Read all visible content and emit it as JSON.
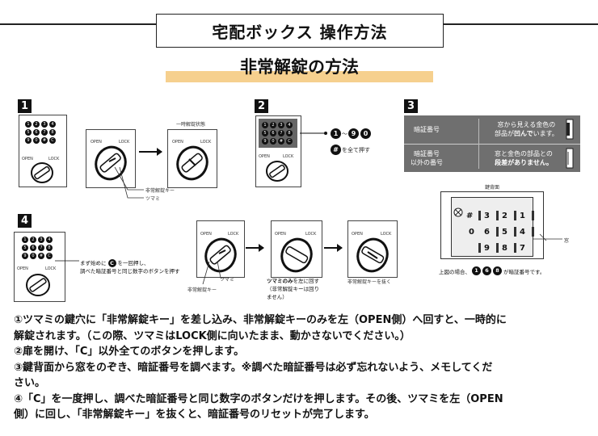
{
  "header": {
    "title": "宅配ボックス 操作方法"
  },
  "section": {
    "title": "非常解錠の方法"
  },
  "step_numbers": [
    "1",
    "2",
    "3",
    "4"
  ],
  "lock": {
    "open": "OPEN",
    "lock": "LOCK",
    "keys": [
      "1",
      "2",
      "3",
      "4",
      "5",
      "6",
      "7",
      "8",
      "9",
      "0",
      "#",
      "C"
    ]
  },
  "step1": {
    "temp_unlocked": "一時解錠状態",
    "emergency_key": "非常解錠キー",
    "knob": "ツマミ"
  },
  "step2": {
    "range_from": "1",
    "range_to": "9",
    "zero": "0",
    "range_sep": "〜",
    "hash": "#",
    "press_all": "を全て押す"
  },
  "step3": {
    "row1": {
      "label": "暗証番号",
      "desc_line1": "窓から見える金色の",
      "desc_line2_pre": "部品が",
      "desc_line2_bold": "凹んで",
      "desc_line2_post": "います。"
    },
    "row2": {
      "label_line1": "暗証番号",
      "label_line2": "以外の番号",
      "desc_line1": "窓と金色の部品との",
      "desc_line2": "段差がありません。"
    },
    "back_title": "鍵背面",
    "window_label": "窓",
    "back_numbers": [
      "#",
      "3",
      "2",
      "1",
      "0",
      "6",
      "5",
      "4",
      "9",
      "8",
      "7"
    ],
    "caption_pre": "上図の場合、",
    "caption_nums": [
      "1",
      "6",
      "8"
    ],
    "caption_post": "が暗証番号です。"
  },
  "step4": {
    "note_line1_pre": "まず始めに",
    "note_key": "C",
    "note_line1_post": "を一回押し、",
    "note_line2": "調べた暗証番号と同じ数字のボタンを押す",
    "knob": "ツマミ",
    "emergency_key": "非常解錠キー",
    "turn_left_bold": "ツマミのみ",
    "turn_left_post": "を左に回す",
    "turn_left_note1": "（非常解錠キーは回り",
    "turn_left_note2": "ません）",
    "pull_out": "非常解錠キーを抜く"
  },
  "instructions": [
    "①ツマミの鍵穴に「非常解錠キー」を差し込み、非常解錠キーのみを左（OPEN側）へ回すと、一時的に",
    "解錠されます。（この際、ツマミはLOCK側に向いたまま、動かさないでください。）",
    "②扉を開け、「C」以外全てのボタンを押します。",
    "③鍵背面から窓をのぞき、暗証番号を調べます。※調べた暗証番号は必ず忘れないよう、メモしてくだ",
    "さい。",
    "④「C」を一度押し、調べた暗証番号と同じ数字のボタンだけを押します。その後、ツマミを左（OPEN",
    "側）に回し、「非常解錠キー」を抜くと、暗証番号のリセットが完了します。"
  ]
}
